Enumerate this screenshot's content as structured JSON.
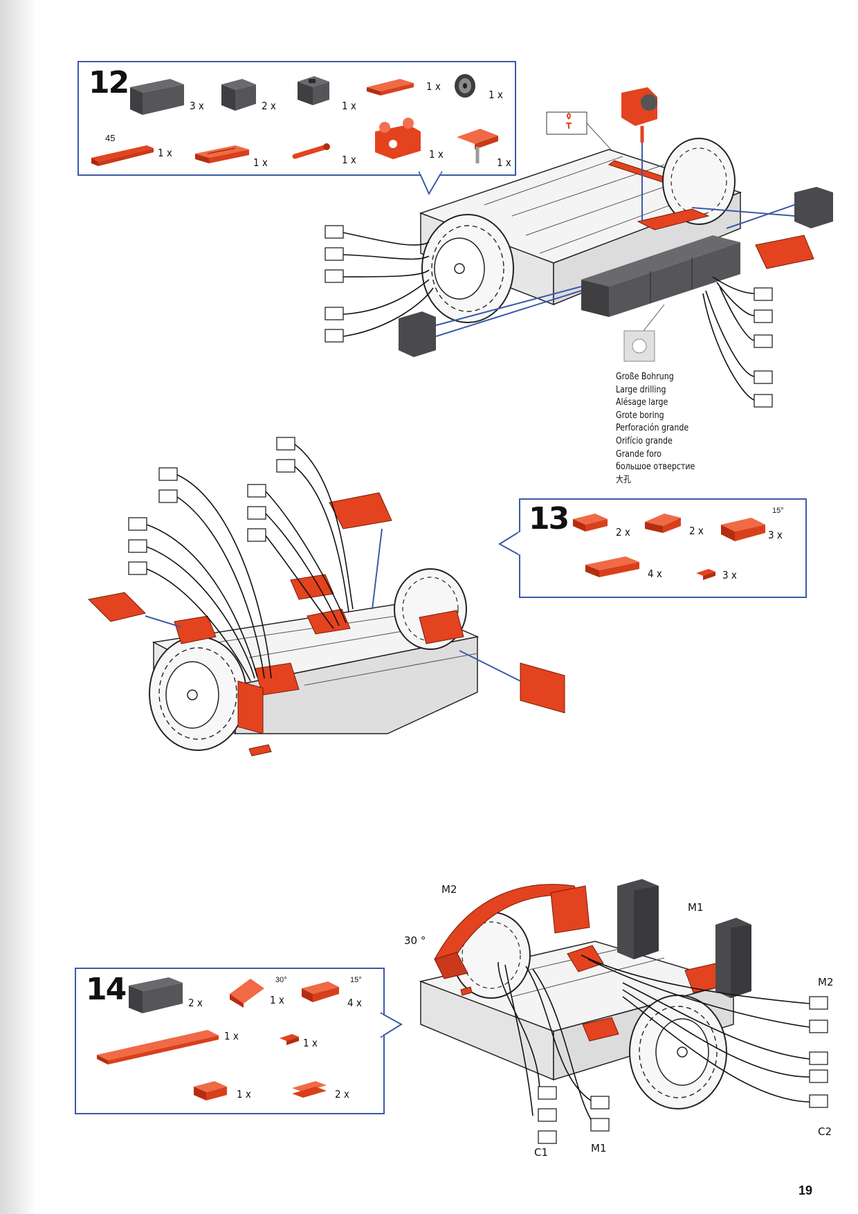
{
  "page_number": "19",
  "colors": {
    "accent_red": "#e3431f",
    "dark_block": "#4a4a4e",
    "box_border": "#3a5aa8",
    "line_dark": "#222222"
  },
  "steps": [
    {
      "number": "12",
      "parts": [
        {
          "icon": "dark-building-block-30-icon",
          "qty": "3 x"
        },
        {
          "icon": "dark-building-block-15-icon",
          "qty": "2 x"
        },
        {
          "icon": "dark-building-block-5-icon",
          "qty": "1 x"
        },
        {
          "icon": "red-building-plate-icon",
          "qty": "1 x"
        },
        {
          "icon": "wheel-hub-icon",
          "qty": "1 x"
        },
        {
          "icon": "red-angle-girder-icon",
          "label": "45",
          "qty": "1 x"
        },
        {
          "icon": "red-flat-plate-30-icon",
          "qty": "1 x"
        },
        {
          "icon": "red-axle-icon",
          "qty": "1 x"
        },
        {
          "icon": "red-joint-block-icon",
          "qty": "1 x"
        },
        {
          "icon": "red-rail-adapter-icon",
          "qty": "1 x"
        }
      ]
    },
    {
      "number": "13",
      "parts": [
        {
          "icon": "red-block-small-icon",
          "qty": "2 x"
        },
        {
          "icon": "red-slope-block-icon",
          "qty": "2 x"
        },
        {
          "icon": "red-angle-block-15-icon",
          "angle": "15°",
          "qty": "3 x"
        },
        {
          "icon": "red-long-plate-icon",
          "qty": "4 x"
        },
        {
          "icon": "red-mini-clip-icon",
          "qty": "3 x"
        }
      ]
    },
    {
      "number": "14",
      "parts": [
        {
          "icon": "dark-building-block-30-icon",
          "qty": "2 x"
        },
        {
          "icon": "red-angle-block-30-icon",
          "angle": "30°",
          "qty": "1 x"
        },
        {
          "icon": "red-angle-block-15-icon",
          "angle": "15°",
          "qty": "4 x"
        },
        {
          "icon": "red-flat-strip-icon",
          "qty": "1 x"
        },
        {
          "icon": "red-mini-clip-icon",
          "qty": "1 x"
        },
        {
          "icon": "red-block-small-icon",
          "qty": "1 x"
        },
        {
          "icon": "red-double-clip-icon",
          "qty": "2 x"
        }
      ]
    }
  ],
  "drilling_legend": [
    "Große Bohrung",
    "Large drilling",
    "Alésage large",
    "Grote boring",
    "Perforación grande",
    "Orifício grande",
    "Grande foro",
    "большое отверстие",
    "大孔"
  ],
  "step14_labels": {
    "motor_top_left": "M2",
    "angle_label": "30 °",
    "motor_top_right": "M1",
    "right_top": "M2",
    "right_bottom": "C2",
    "bottom_left": "C1",
    "bottom_mid": "M1"
  }
}
